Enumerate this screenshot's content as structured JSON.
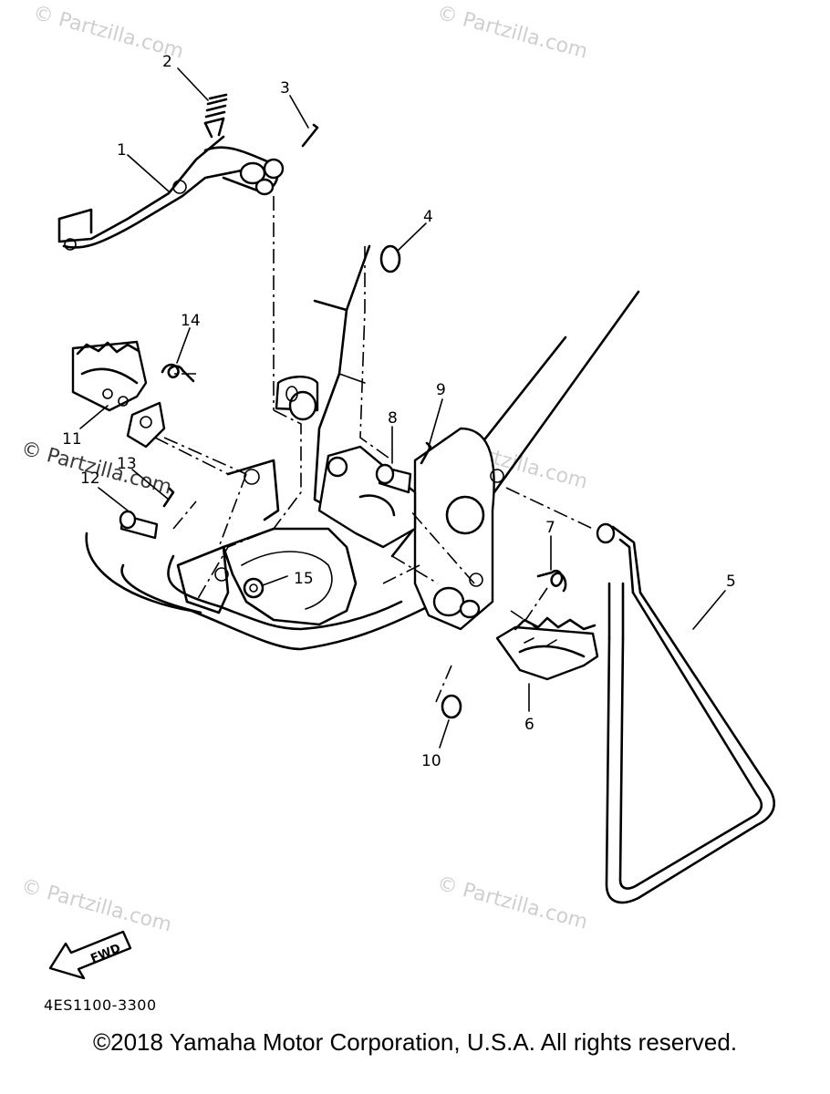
{
  "diagram": {
    "part_numbers": [
      "1",
      "2",
      "3",
      "4",
      "5",
      "6",
      "7",
      "8",
      "9",
      "10",
      "11",
      "12",
      "13",
      "14",
      "15"
    ],
    "drawing_code": "4ES1100-3300",
    "fwd_label": "FWD"
  },
  "watermark": {
    "text": "© Partzilla.com"
  },
  "footer": {
    "copyright": "©2018  Yamaha Motor Corporation, U.S.A. All rights reserved."
  },
  "icons": [
    "fwd-arrow-icon"
  ]
}
